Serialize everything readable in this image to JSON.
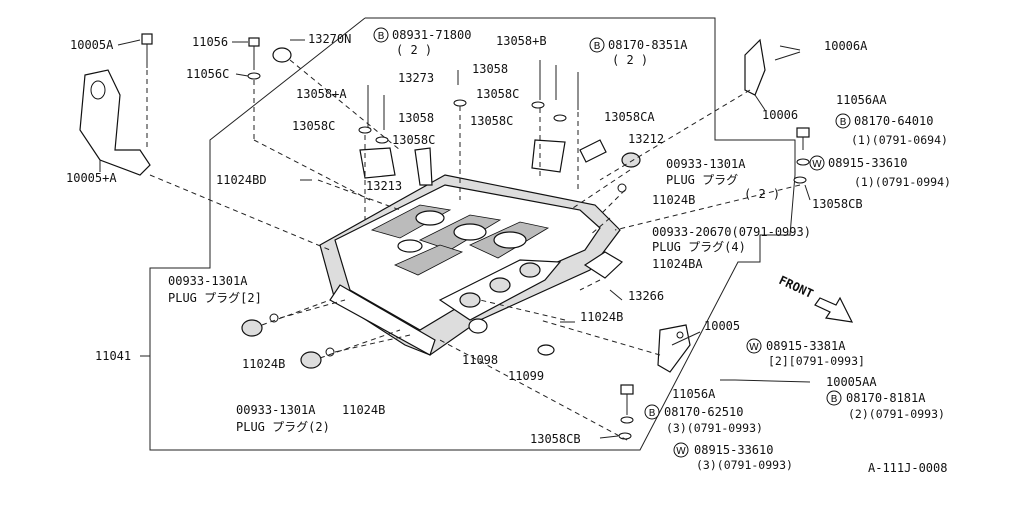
{
  "callouts": {
    "c10005A": "10005A",
    "c11056": "11056",
    "c13270N": "13270N",
    "c08931": "08931-71800",
    "c08931q": "( 2 )",
    "c13058B": "13058+B",
    "c08170a": "08170-8351A",
    "c08170aq": "( 2 )",
    "c10006A": "10006A",
    "c11056C": "11056C",
    "c13273": "13273",
    "c13058": "13058",
    "c13058A": "13058+A",
    "c13058b": "13058",
    "c13058C1": "13058C",
    "c13058C2": "13058C",
    "c13058C3": "13058C",
    "c13058C4": "13058C",
    "c13058CA": "13058CA",
    "c10006": "10006",
    "c11056AA": "11056AA",
    "c08170b": "08170-64010",
    "c08170bq": "(1)(0791-0694)",
    "c08915a": "08915-33610",
    "c08915aq": "(1)(0791-0994)",
    "c10005pA": "10005+A",
    "c13212": "13212",
    "c00933a": "00933-1301A",
    "c00933aplug": "PLUG プラグ",
    "c00933aq": "( 2 )",
    "c13058CB1": "13058CB",
    "c11024BD": "11024BD",
    "c13213": "13213",
    "c11024B1": "11024B",
    "c00933b": "00933-20670(0791-0993)",
    "c00933bplug": "PLUG プラグ(4)",
    "c11024BA": "11024BA",
    "c00933c": "00933-1301A",
    "c00933cplug": "PLUG プラグ[2]",
    "c13266": "13266",
    "c11024B2": "11024B",
    "c10005": "10005",
    "c08915b": "08915-3381A",
    "c08915bq": "[2][0791-0993]",
    "c11041": "11041",
    "c11024B3": "11024B",
    "c11098": "11098",
    "c11099": "11099",
    "c10005AA": "10005AA",
    "c08170c": "08170-8181A",
    "c08170cq": "(2)(0791-0993)",
    "c11056A": "11056A",
    "c08170d": "08170-62510",
    "c08170dq": "(3)(0791-0993)",
    "c00933d": "00933-1301A",
    "c00933dplug": "PLUG プラグ(2)",
    "c11024B4": "11024B",
    "c13058CB2": "13058CB",
    "c08915c": "08915-33610",
    "c08915cq": "(3)(0791-0993)"
  },
  "markers": {
    "bolt": "B",
    "washer": "W"
  },
  "front_label": "FRONT",
  "figure_id": "A-111J-0008"
}
